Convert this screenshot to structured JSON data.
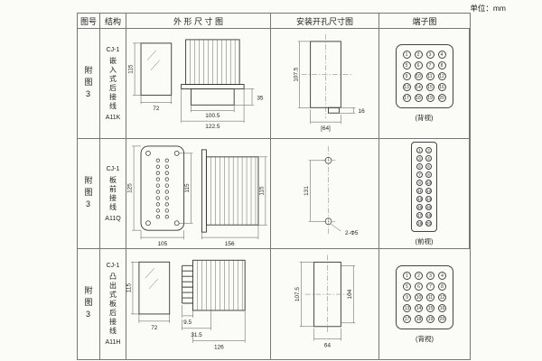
{
  "page": {
    "unit": "单位：mm"
  },
  "headers": {
    "fig": "图号",
    "structure": "结构",
    "outline": "外 形 尺 寸 图",
    "install": "安装开孔尺寸图",
    "terminal": "端子图"
  },
  "rows": [
    {
      "fig": "附图3",
      "structure": {
        "model": "CJ-1",
        "name": "嵌入式后接线",
        "code": "A11K"
      },
      "outline": {
        "height": "115",
        "width": "72",
        "body_width": "100.5",
        "total_width": "122.5",
        "depth": "35"
      },
      "install": {
        "height": "107.5",
        "tab": "16",
        "width": "[64]"
      },
      "terminal": {
        "view": "(背视)",
        "cols": 4,
        "numbers": [
          "1",
          "2",
          "3",
          "4",
          "5",
          "6",
          "7",
          "8",
          "9",
          "10",
          "11",
          "12",
          "13",
          "14",
          "15",
          "16",
          "17",
          "18",
          "19",
          "20"
        ]
      }
    },
    {
      "fig": "附图3",
      "structure": {
        "model": "CJ-1",
        "name": "板前接线",
        "code": "A11Q"
      },
      "outline": {
        "height": "125",
        "hole_span": "115",
        "width": "105",
        "length": "156",
        "side_height": "115"
      },
      "install": {
        "hole_span": "131",
        "holes": "2-Φ5"
      },
      "terminal": {
        "view": "(前视)",
        "cols": 2,
        "numbers": [
          "1",
          "2",
          "3",
          "4",
          "5",
          "6",
          "7",
          "8",
          "9",
          "10",
          "11",
          "12",
          "13",
          "14",
          "15",
          "16",
          "17",
          "18",
          "19",
          "20"
        ]
      }
    },
    {
      "fig": "附图3",
      "structure": {
        "model": "CJ-1",
        "name": "凸出式板后接线",
        "code": "A11H"
      },
      "outline": {
        "height": "115",
        "width": "72",
        "pin_len": "9.5",
        "front_depth": "31.5",
        "length": "126"
      },
      "install": {
        "height": "107.5",
        "inner_height": "104",
        "width": "64"
      },
      "terminal": {
        "view": "(背视)",
        "cols": 4,
        "numbers": [
          "1",
          "2",
          "3",
          "4",
          "5",
          "6",
          "7",
          "8",
          "9",
          "10",
          "11",
          "12",
          "13",
          "14",
          "15",
          "16",
          "17",
          "18",
          "19",
          "20"
        ]
      }
    }
  ]
}
